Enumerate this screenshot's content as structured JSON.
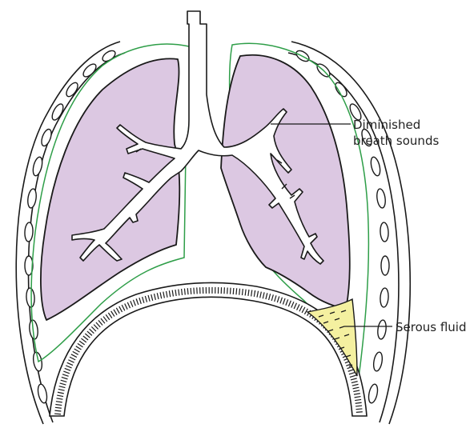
{
  "labels": {
    "breath_sounds_line1": "Diminished",
    "breath_sounds_line2": "breath sounds",
    "serous_fluid": "Serous fluid"
  },
  "colors": {
    "lung_fill": "#dcc8e2",
    "outline": "#1a1a1a",
    "pleura": "#2e9e48",
    "fluid_fill": "#f4f0a0",
    "background": "#ffffff"
  }
}
